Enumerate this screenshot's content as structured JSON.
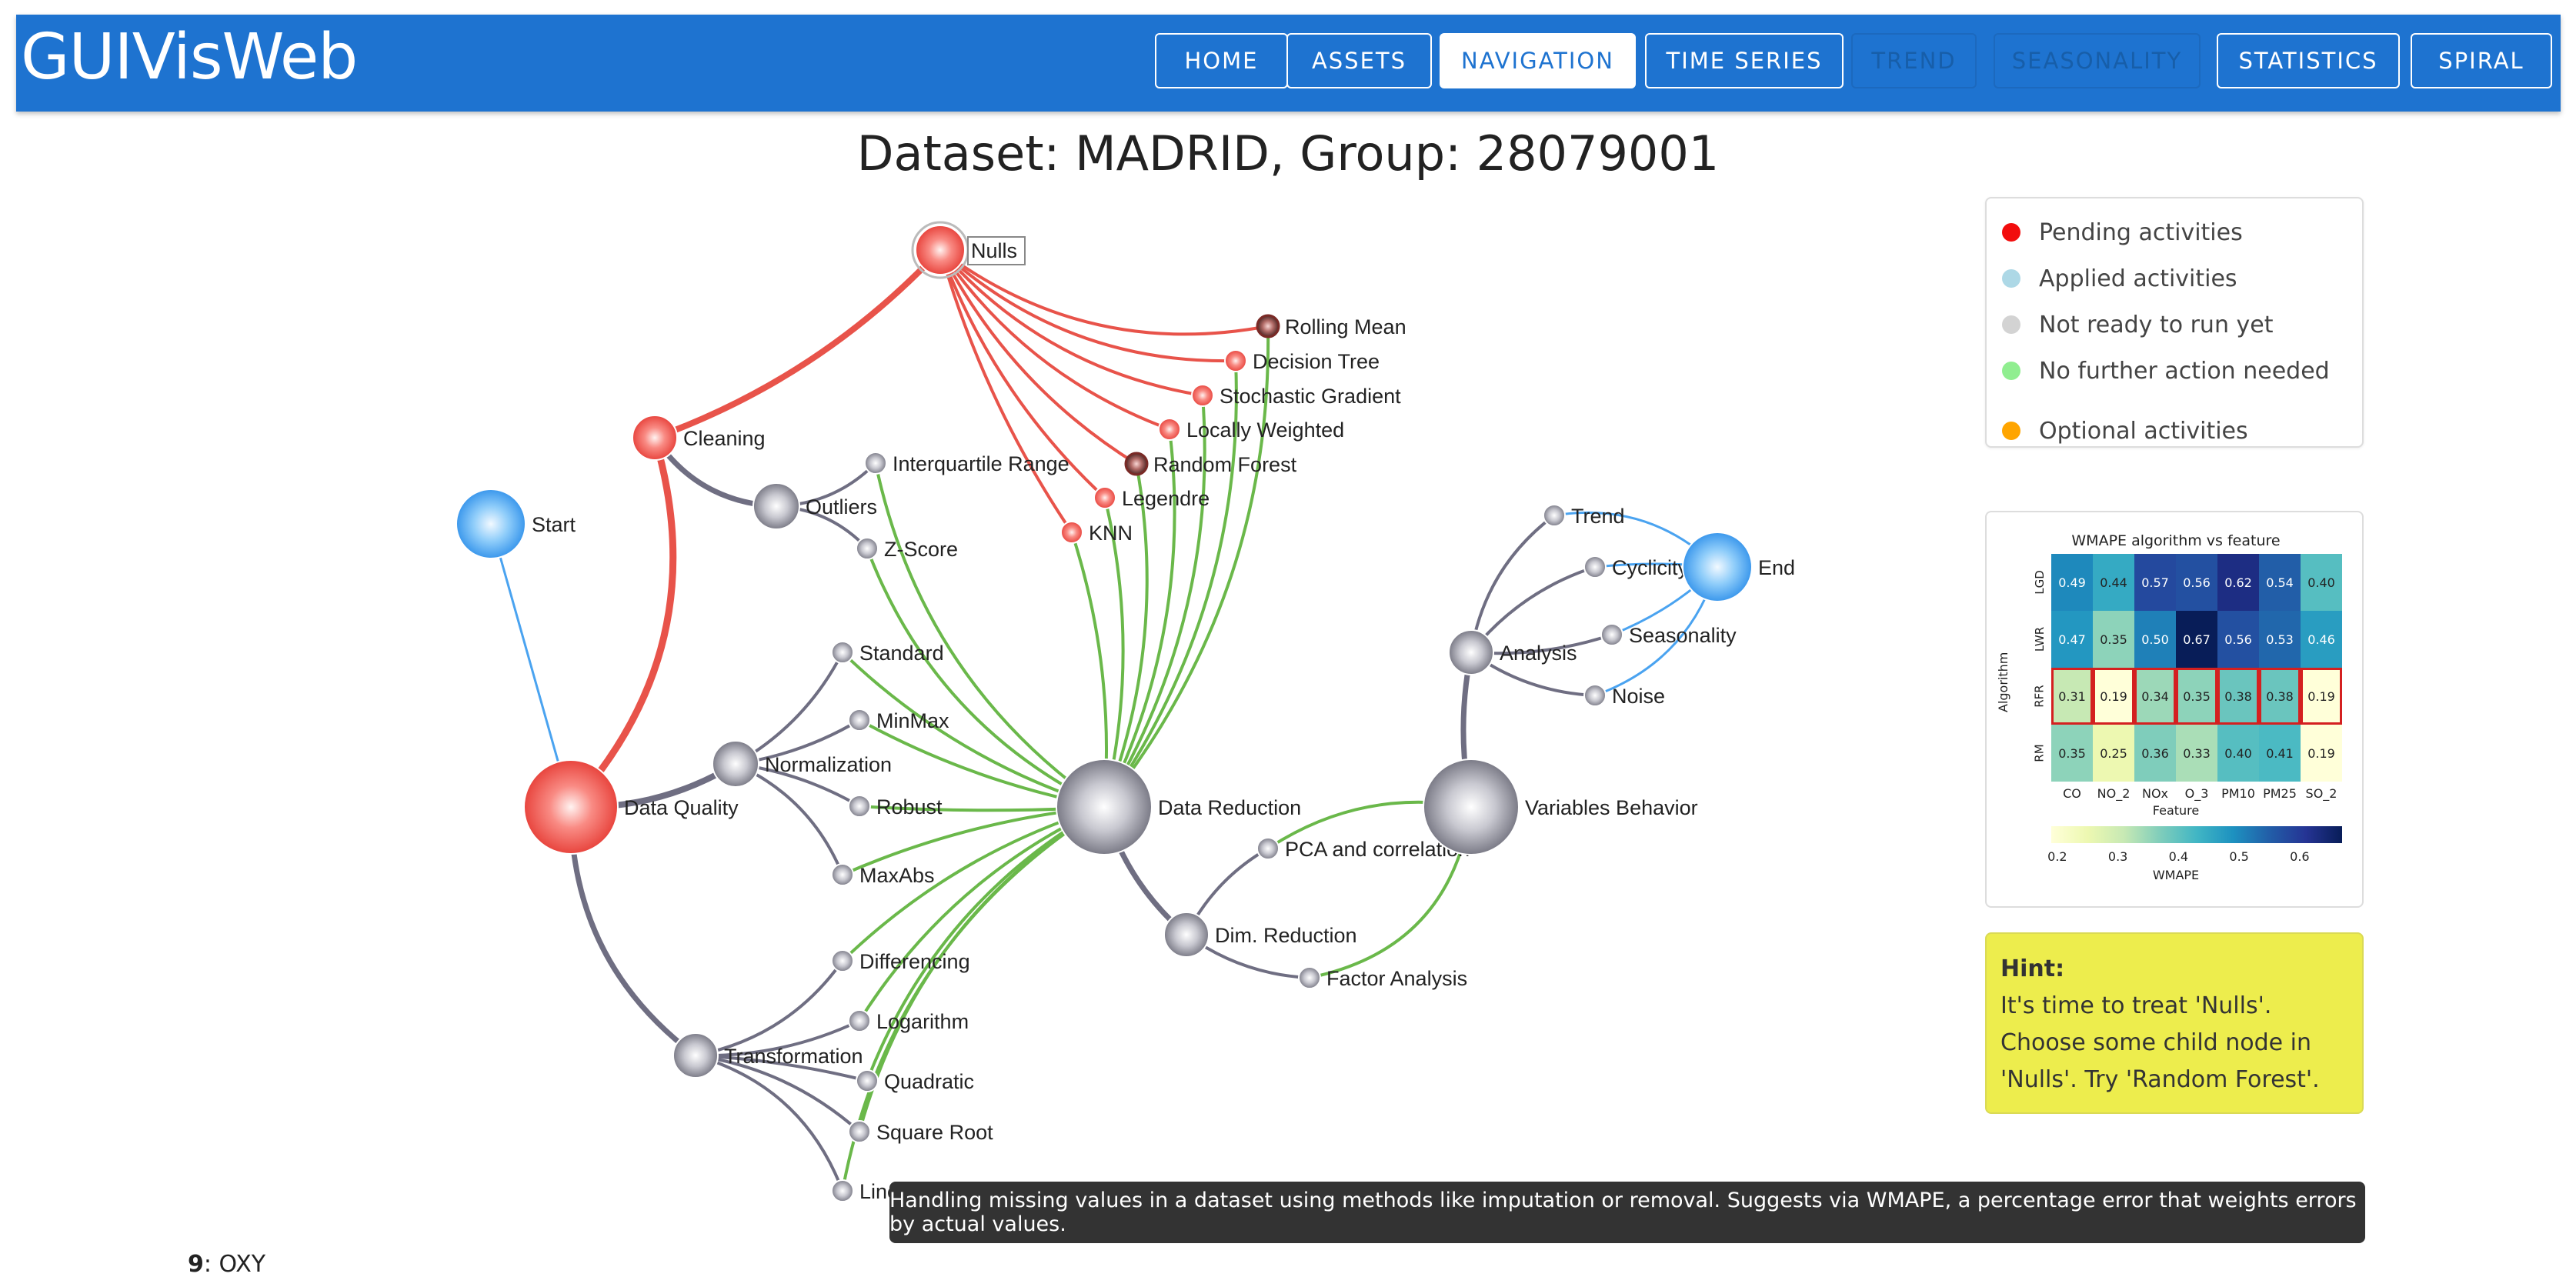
{
  "app": {
    "brand": "GUIVisWeb"
  },
  "nav": {
    "items": [
      {
        "label": "HOME",
        "state": "normal"
      },
      {
        "label": "ASSETS",
        "state": "normal"
      },
      {
        "label": "NAVIGATION",
        "state": "active"
      },
      {
        "label": "TIME SERIES",
        "state": "normal"
      },
      {
        "label": "TREND",
        "state": "disabled"
      },
      {
        "label": "SEASONALITY",
        "state": "disabled"
      },
      {
        "label": "STATISTICS",
        "state": "normal"
      },
      {
        "label": "SPIRAL",
        "state": "normal"
      }
    ]
  },
  "page": {
    "title": "Dataset: MADRID, Group: 28079001"
  },
  "graph": {
    "colors": {
      "pending": "#f24b4b",
      "applied": "#5aaaf0",
      "not_ready": "#9a9aa3",
      "done": "#7fd67f",
      "optional": "#f5a623",
      "edge_red": "#e8534a",
      "edge_gray": "#6f6e82",
      "edge_green": "#6ab84a",
      "edge_blue": "#4aa3f0"
    },
    "nodes": {
      "start": "Start",
      "data_quality": "Data Quality",
      "cleaning": "Cleaning",
      "nulls": "Nulls",
      "outliers": "Outliers",
      "interquartile_range": "Interquartile Range",
      "z_score": "Z-Score",
      "normalization": "Normalization",
      "standard": "Standard",
      "minmax": "MinMax",
      "robust": "Robust",
      "maxabs": "MaxAbs",
      "transformation": "Transformation",
      "differencing": "Differencing",
      "logarithm": "Logarithm",
      "quadratic": "Quadratic",
      "square_root": "Square Root",
      "linear": "Linear",
      "rolling_mean": "Rolling Mean",
      "decision_tree": "Decision Tree",
      "stochastic_gradient": "Stochastic Gradient",
      "locally_weighted": "Locally Weighted",
      "random_forest": "Random Forest",
      "legendre": "Legendre",
      "knn": "KNN",
      "data_reduction": "Data Reduction",
      "dim_reduction": "Dim. Reduction",
      "pca": "PCA and correlation",
      "factor_analysis": "Factor Analysis",
      "variables_behavior": "Variables Behavior",
      "analysis": "Analysis",
      "trend": "Trend",
      "cyclicity": "Cyclicity",
      "seasonality": "Seasonality",
      "noise": "Noise",
      "end": "End"
    }
  },
  "legend": {
    "items": [
      {
        "label": "Pending activities",
        "color": "#f20d0d"
      },
      {
        "label": "Applied activities",
        "color": "#add8e6"
      },
      {
        "label": "Not ready to run yet",
        "color": "#d3d3d3"
      },
      {
        "label": "No further action needed",
        "color": "#90ee90"
      },
      {
        "label": "Optional activities",
        "color": "#ffa500"
      }
    ]
  },
  "chart_data": {
    "type": "heatmap",
    "title": "WMAPE algorithm vs feature",
    "xlabel": "Feature",
    "ylabel": "Algorithm",
    "x": [
      "CO",
      "NO_2",
      "NOx",
      "O_3",
      "PM10",
      "PM25",
      "SO_2"
    ],
    "y": [
      "LGD",
      "LWR",
      "RFR",
      "RM"
    ],
    "values": [
      [
        0.49,
        0.44,
        0.57,
        0.56,
        0.62,
        0.54,
        0.4
      ],
      [
        0.47,
        0.35,
        0.5,
        0.67,
        0.56,
        0.53,
        0.46
      ],
      [
        0.31,
        0.19,
        0.34,
        0.35,
        0.38,
        0.38,
        0.19
      ],
      [
        0.35,
        0.25,
        0.36,
        0.33,
        0.4,
        0.41,
        0.19
      ]
    ],
    "highlighted_row": "RFR",
    "colorbar": {
      "label": "WMAPE",
      "ticks": [
        "0.2",
        "0.3",
        "0.4",
        "0.5",
        "0.6"
      ],
      "range": [
        0.19,
        0.67
      ]
    }
  },
  "hint": {
    "title": "Hint:",
    "text": "It's time to treat 'Nulls'. Choose some child node in 'Nulls'. Try 'Random Forest'."
  },
  "tooltip": {
    "text": "Handling missing values in a dataset using methods like imputation or removal. Suggests via WMAPE, a percentage error that weights errors by actual values."
  },
  "footer": {
    "index": "9",
    "name": "OXY"
  }
}
